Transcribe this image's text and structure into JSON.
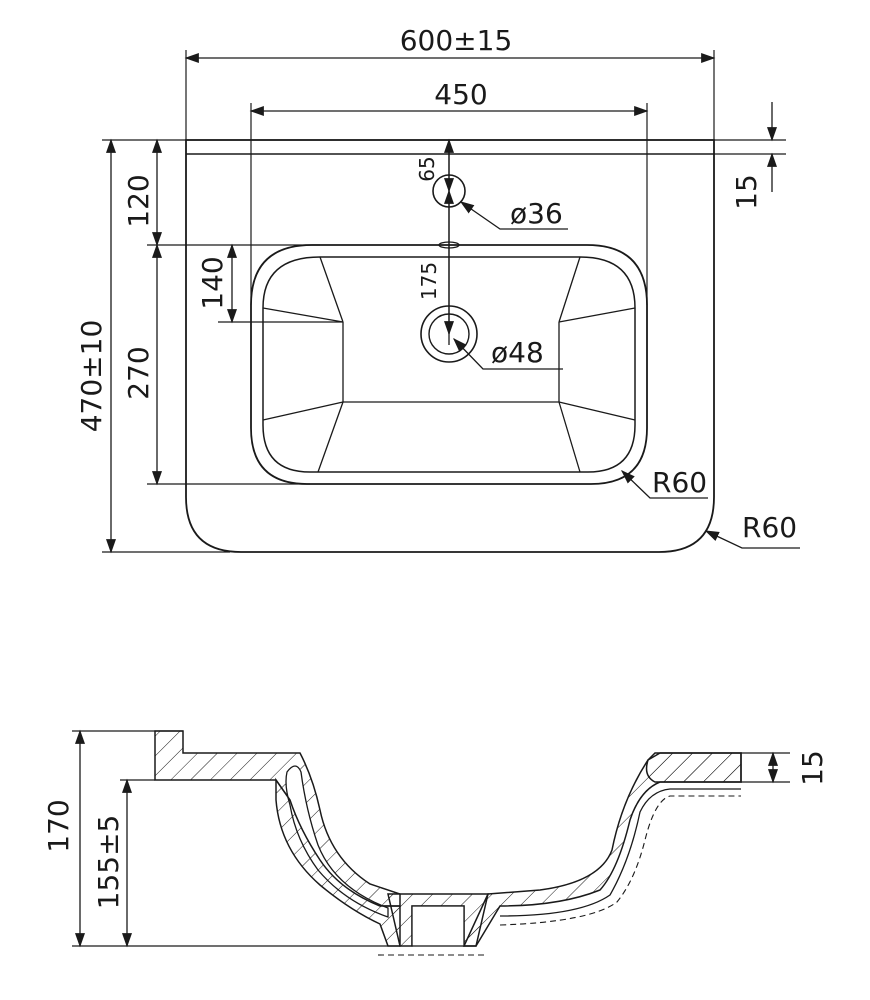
{
  "top_view": {
    "width_total": "600±15",
    "bowl_width": "450",
    "depth_total": "470±10",
    "front_offset": "120",
    "bowl_depth": "270",
    "drain_offset": "140",
    "tap_hole_offset": "65",
    "tap_to_drain": "175",
    "rim_thickness": "15",
    "tap_hole_diameter": "ø36",
    "drain_diameter": "ø48",
    "bowl_radius": "R60",
    "outer_radius": "R60"
  },
  "section_view": {
    "height_total": "170",
    "height_bowl": "155±5",
    "rim_thickness": "15"
  }
}
